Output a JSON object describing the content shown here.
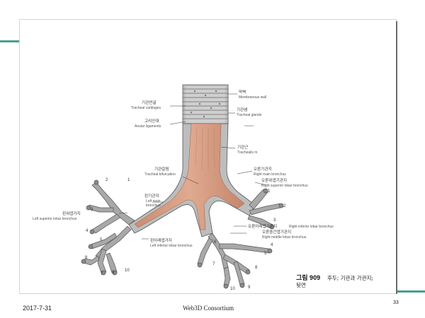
{
  "slide": {
    "date": "2017-7-31",
    "footer_center": "Web3D Consortium",
    "page_number": "33"
  },
  "figure": {
    "caption_num": "그림 909",
    "caption_text": "후두; 기관과 가관지;",
    "caption_line2": "뒷면",
    "labels": {
      "membranous_ko": "막벽",
      "membranous_en": "Membranous wall",
      "tracheal_cart_ko": "기관연골",
      "tracheal_cart_en": "Tracheal cartilages",
      "tracheal_glands_ko": "기관샘",
      "tracheal_glands_en": "Tracheal glands",
      "anular_ko": "고리인대",
      "anular_en": "Anular ligaments",
      "trachealis_ko": "기관근",
      "trachealis_en": "Trachealis m",
      "bifurcation_ko": "기관갈림",
      "bifurcation_en": "Tracheal bifurcation",
      "right_main_ko": "오른기관지",
      "right_main_en": "Right main bronchus",
      "right_sup_ko": "오른위엽기관지",
      "right_sup_en": "Right superior lobar bronchus",
      "left_main_ko": "왼기관지",
      "left_main_en1": "Left main",
      "left_main_en2": "bronchus",
      "left_sup_ko": "왼위엽가지",
      "left_sup_en": "Left superior lobar bronchus",
      "right_inf_ko": "오른아래엽기관지",
      "right_inf_en": "Right inferior lobar bronchus",
      "right_mid_ko": "오른중간엽기관지",
      "right_mid_en": "Right middle lobar bronchus",
      "left_inf_ko": "왼아래엽가지",
      "left_inf_en": "Left inferior lobar bronchus"
    },
    "segment_numbers": {
      "n1": "1",
      "n2": "2",
      "n3": "3",
      "n4": "4",
      "n5": "5",
      "n6": "6",
      "n7": "7",
      "n8": "8",
      "n9": "9",
      "n10": "10"
    }
  }
}
